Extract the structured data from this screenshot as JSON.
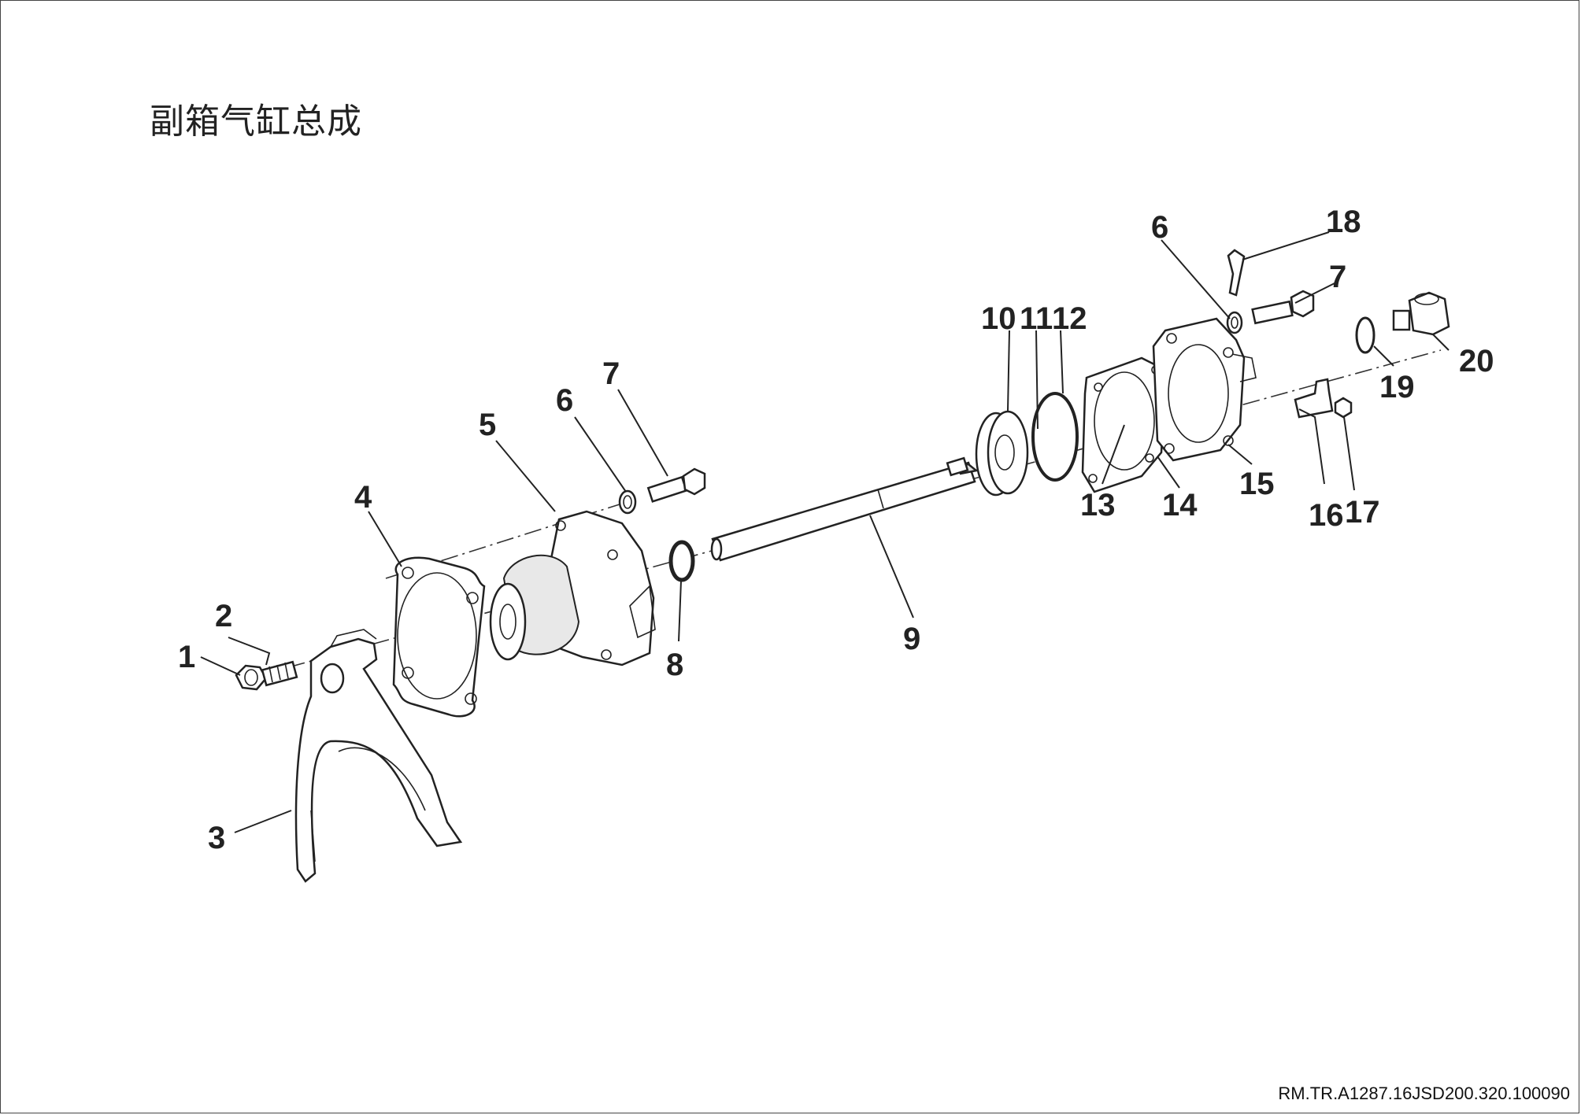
{
  "title": "副箱气缸总成",
  "doc_code": "RM.TR.A1287.16JSD200.320.100090",
  "callouts": [
    "1",
    "2",
    "3",
    "4",
    "5",
    "6",
    "7",
    "8",
    "9",
    "10",
    "11",
    "12",
    "13",
    "14",
    "15",
    "16",
    "17",
    "18",
    "6",
    "7",
    "19",
    "20"
  ]
}
